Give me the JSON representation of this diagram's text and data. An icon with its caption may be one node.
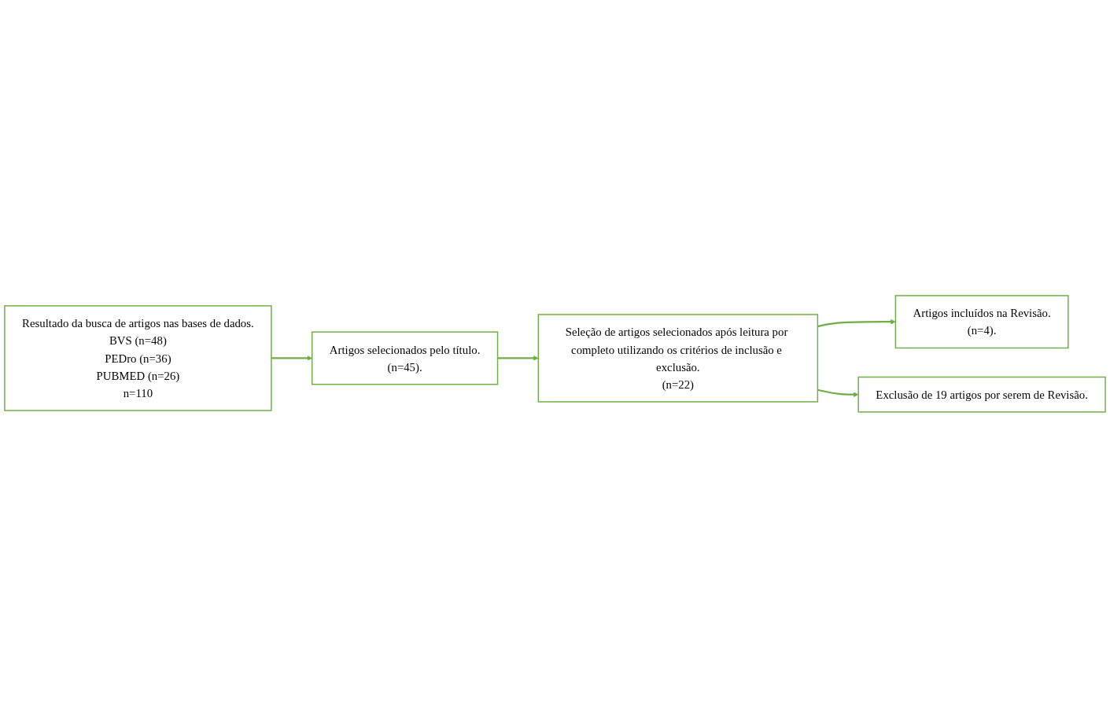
{
  "diagram": {
    "nodes": [
      {
        "text": [
          "Resultado da busca de artigos nas bases de dados.",
          "BVS (n=48)",
          "PEDro (n=36)",
          "PUBMED (n=26)",
          "n=110"
        ]
      },
      {
        "text": [
          "Artigos selecionados pelo título.",
          "(n=45)."
        ]
      },
      {
        "text": [
          "Seleção de artigos selecionados após leitura por completo utilizando os critérios de inclusão e exclusão.",
          "(n=22)"
        ]
      },
      {
        "text": [
          "Artigos incluídos na Revisão.",
          "(n=4)."
        ]
      },
      {
        "text": [
          "Exclusão de 19 artigos por serem de Revisão."
        ]
      }
    ],
    "edges": [
      {
        "from": 0,
        "to": 1,
        "arrow": "to"
      },
      {
        "from": 1,
        "to": 2,
        "arrow": "to"
      },
      {
        "from": 2,
        "to": 3,
        "arrow": "to"
      },
      {
        "from": 2,
        "to": 4,
        "arrow": "to"
      }
    ]
  }
}
